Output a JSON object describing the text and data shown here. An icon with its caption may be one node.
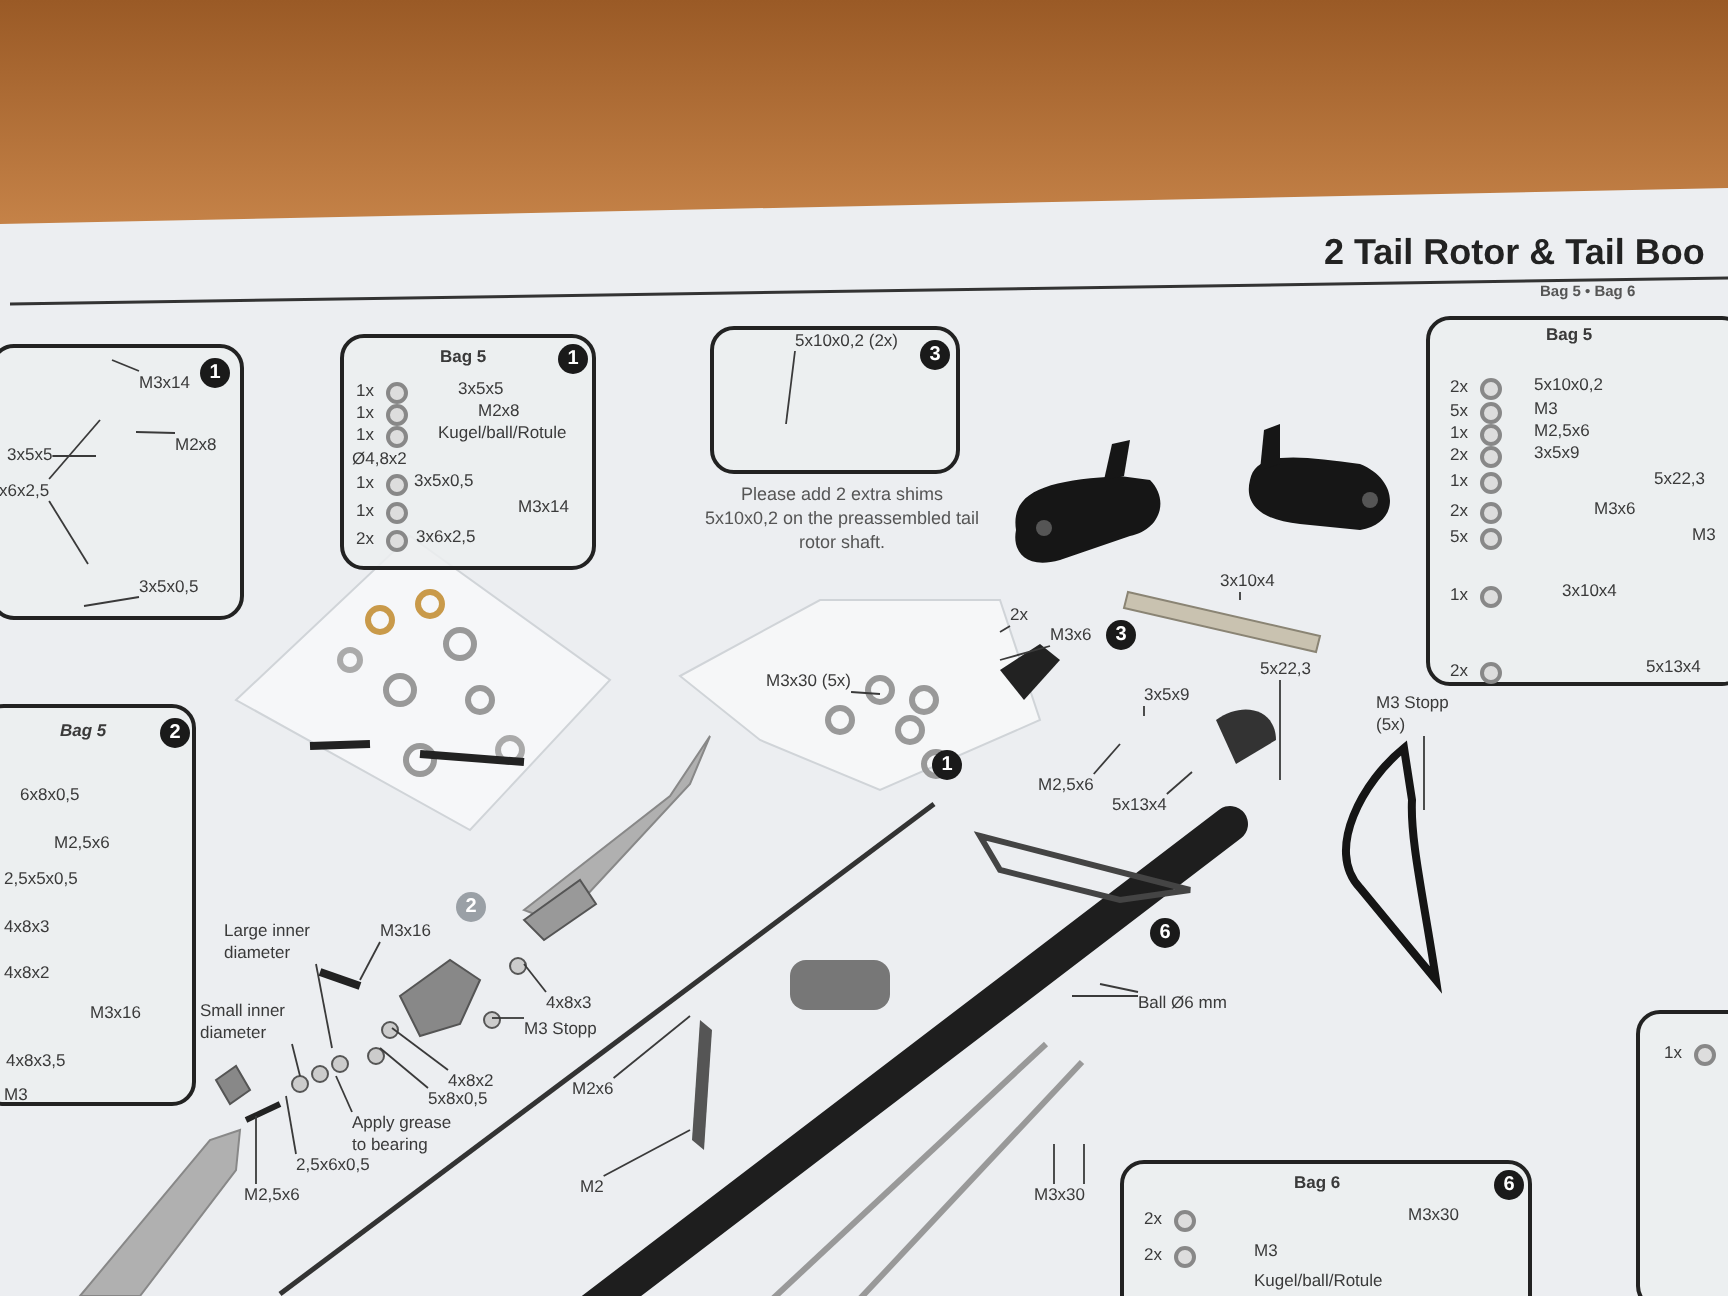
{
  "diagram": {
    "title": "2 Tail Rotor & Tail Boo",
    "nodes": [
      {
        "text": [
          "1"
        ]
      },
      {
        "text": [
          "M3x14"
        ],
        "in": 0
      },
      {
        "text": [
          "M2x8"
        ],
        "in": 0
      },
      {
        "text": [
          "3x5x5"
        ],
        "in": 0
      },
      {
        "text": [
          "x6x2,5"
        ],
        "in": 0
      },
      {
        "text": [
          "3x5x0,5"
        ],
        "in": 0
      },
      {
        "text": [
          "Bag 5",
          "1",
          "1x",
          "3x5x5",
          "1x",
          "M2x8",
          "1x",
          "Kugel/ball/Rotule",
          "Ø4,8x2",
          "1x",
          "3x5x0,5",
          "1x",
          "M3x14",
          "2x",
          "3x6x2,5"
        ]
      },
      {
        "text": [
          "3"
        ],
        "beside": [
          "Please add 2 extra shims 5x10x0,2 on the preassembled tail rotor shaft."
        ]
      },
      {
        "text": [
          "5x10x0,2 (2x)"
        ],
        "in": 7
      },
      {
        "text": [
          "Bag 5",
          "2x",
          "5x10x0,2",
          "5x",
          "M3",
          "1x",
          "M2,5x6",
          "2x",
          "3x5x9",
          "1x",
          "5x22,3",
          "2x",
          "M3x6",
          "5x",
          "M3",
          "1x",
          "3x10x4",
          "2x",
          "5x13x4"
        ]
      },
      {
        "text": [
          "Bag 5",
          "2",
          "6x8x0,5",
          "M2,5x6",
          "2,5x5x0,5",
          "4x8x3",
          "4x8x2",
          "M3x16",
          "4x8x3,5",
          "M3"
        ]
      },
      {
        "text": [
          "Bag 6",
          "6",
          "2x",
          "M3x30",
          "2x",
          "M3",
          "Kugel/ball/Rotule"
        ]
      },
      {
        "text": [
          "1x"
        ]
      },
      {
        "text": [
          "Large inner diameter"
        ]
      },
      {
        "text": [
          "Small inner diameter"
        ]
      },
      {
        "text": [
          "M3x16"
        ]
      },
      {
        "text": [
          "4x8x3"
        ]
      },
      {
        "text": [
          "M3 Stopp"
        ]
      },
      {
        "text": [
          "4x8x2"
        ]
      },
      {
        "text": [
          "5x8x0,5"
        ]
      },
      {
        "text": [
          "Apply grease to bearing"
        ]
      },
      {
        "text": [
          "2,5x6x0,5"
        ]
      },
      {
        "text": [
          "M2,5x6"
        ]
      },
      {
        "text": [
          "M2x6"
        ]
      },
      {
        "text": [
          "M2"
        ]
      },
      {
        "text": [
          "Ball Ø6 mm"
        ]
      },
      {
        "text": [
          "M3x30"
        ]
      },
      {
        "text": [
          "M3x30 (5x)"
        ]
      },
      {
        "text": [
          "2x"
        ]
      },
      {
        "text": [
          "M3x6"
        ]
      },
      {
        "text": [
          "3x10x4"
        ]
      },
      {
        "text": [
          "3x5x9"
        ]
      },
      {
        "text": [
          "5x22,3"
        ]
      },
      {
        "text": [
          "M3 Stopp (5x)"
        ]
      },
      {
        "text": [
          "M2,5x6"
        ]
      },
      {
        "text": [
          "5x13x4"
        ]
      }
    ],
    "edges": [
      {
        "from": 1,
        "to": null,
        "arrow": "none"
      },
      {
        "from": 2,
        "to": null,
        "arrow": "none"
      },
      {
        "from": 3,
        "to": null,
        "arrow": "none"
      },
      {
        "from": 4,
        "to": null,
        "arrow": "none"
      },
      {
        "from": 4,
        "to": null,
        "arrow": "none"
      },
      {
        "from": 5,
        "to": null,
        "arrow": "none"
      },
      {
        "from": 8,
        "to": null,
        "arrow": "none"
      },
      {
        "from": 13,
        "to": null,
        "arrow": "none"
      },
      {
        "from": 14,
        "to": null,
        "arrow": "none"
      },
      {
        "from": 15,
        "to": null,
        "arrow": "none"
      },
      {
        "from": 16,
        "to": null,
        "arrow": "none"
      },
      {
        "from": 17,
        "to": null,
        "arrow": "none"
      },
      {
        "from": 18,
        "to": null,
        "arrow": "none"
      },
      {
        "from": 19,
        "to": null,
        "arrow": "none"
      },
      {
        "from": 20,
        "to": null,
        "arrow": "none"
      },
      {
        "from": 21,
        "to": null,
        "arrow": "none"
      },
      {
        "from": 22,
        "to": null,
        "arrow": "none"
      },
      {
        "from": 23,
        "to": null,
        "arrow": "none"
      },
      {
        "from": 24,
        "to": null,
        "arrow": "none"
      },
      {
        "from": 25,
        "to": null,
        "arrow": "none"
      },
      {
        "from": 25,
        "to": null,
        "arrow": "none"
      },
      {
        "from": 26,
        "to": null,
        "arrow": "none"
      },
      {
        "from": 26,
        "to": null,
        "arrow": "none"
      },
      {
        "from": 27,
        "to": null,
        "arrow": "none"
      },
      {
        "from": 28,
        "to": null,
        "arrow": "none"
      },
      {
        "from": 29,
        "to": null,
        "arrow": "none"
      },
      {
        "from": 30,
        "to": null,
        "arrow": "none"
      },
      {
        "from": 31,
        "to": null,
        "arrow": "none"
      },
      {
        "from": 32,
        "to": null,
        "arrow": "none"
      },
      {
        "from": 33,
        "to": null,
        "arrow": "none"
      },
      {
        "from": 34,
        "to": null,
        "arrow": "none"
      },
      {
        "from": 35,
        "to": null,
        "arrow": "none"
      }
    ],
    "labels": [
      "Bag 5 • Bag 6",
      "3",
      "1",
      "2",
      "6"
    ]
  }
}
